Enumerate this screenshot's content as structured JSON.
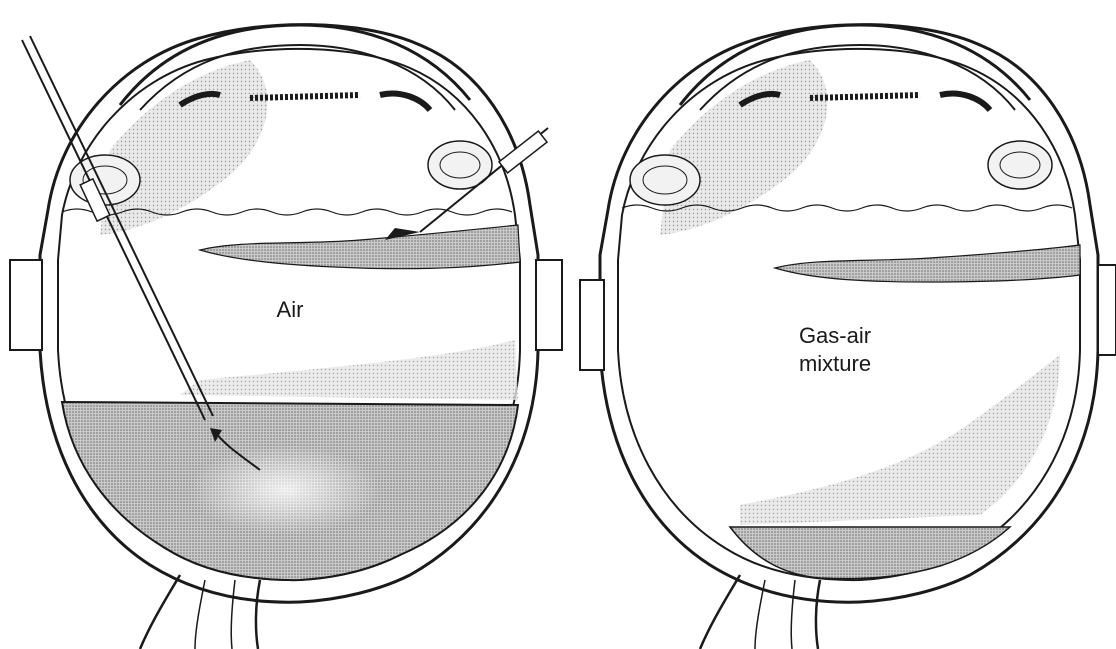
{
  "panels": [
    {
      "label_lines": [
        "Air"
      ]
    },
    {
      "label_lines": [
        "Gas-air",
        "mixture"
      ]
    }
  ],
  "colors": {
    "ink": "#1a1a1a",
    "shade": "#8f8f8f",
    "fluid": "#9a9a9a",
    "paper": "#ffffff"
  },
  "icons": [
    "eye-cross-section-left",
    "eye-cross-section-right",
    "syringe-needle",
    "fluid-arrow",
    "cannula"
  ]
}
